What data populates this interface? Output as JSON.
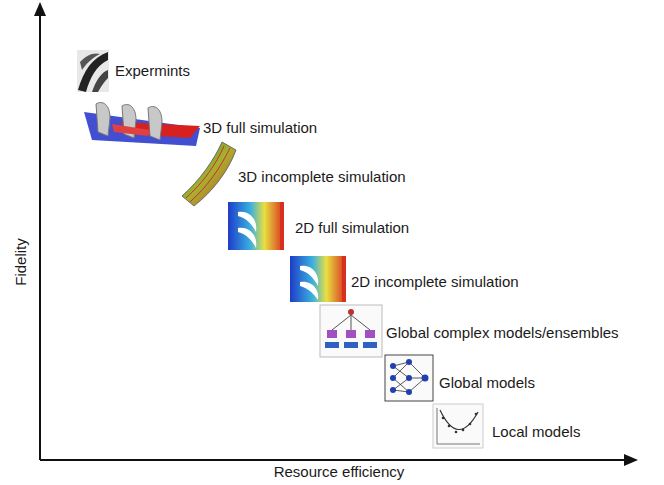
{
  "diagram": {
    "labels": [
      "Expermints",
      "3D full simulation",
      "3D incomplete simulation",
      "2D full simulation",
      "2D incomplete simulation",
      "Global complex models/ensembles",
      "Global models",
      "Local models",
      "Fidelity",
      "Resource efficiency"
    ]
  }
}
